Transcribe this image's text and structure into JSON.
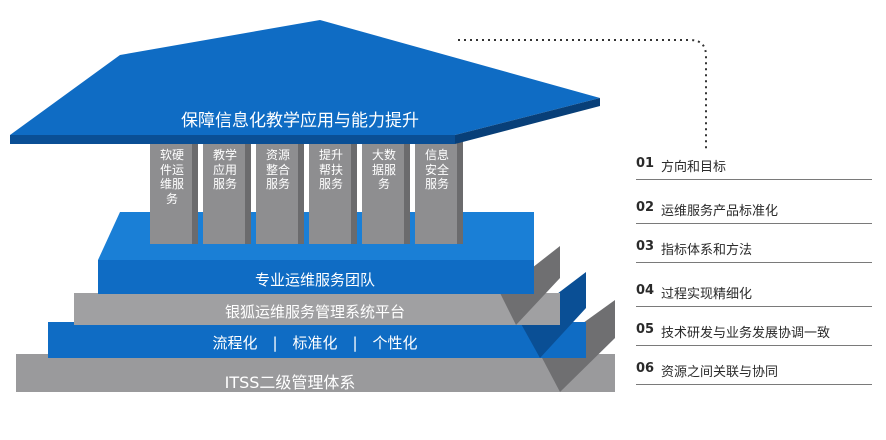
{
  "diagram": {
    "roof_title": "保障信息化教学应用与能力提升",
    "columns": [
      "软硬件运维服务",
      "教学应用服务",
      "资源整合服务",
      "提升帮扶服务",
      "大数据服务",
      "信息安全服务"
    ],
    "layers": {
      "team": "专业运维服务团队",
      "platform": "银狐运维服务管理系统平台",
      "process": "流程化　|　标准化　|　个性化",
      "itss": "ITSS二级管理体系"
    }
  },
  "legend": [
    {
      "num": "01",
      "label": "方向和目标"
    },
    {
      "num": "02",
      "label": "运维服务产品标准化"
    },
    {
      "num": "03",
      "label": "指标体系和方法"
    },
    {
      "num": "04",
      "label": "过程实现精细化"
    },
    {
      "num": "05",
      "label": "技术研发与业务发展协调一致"
    },
    {
      "num": "06",
      "label": "资源之间关联与协同"
    }
  ],
  "colors": {
    "blue": "#0f6cc4",
    "blue_dark": "#0a4f95",
    "gray": "#9a9a9c",
    "gray_dark": "#6f6f71",
    "column": "#8e8e90"
  }
}
